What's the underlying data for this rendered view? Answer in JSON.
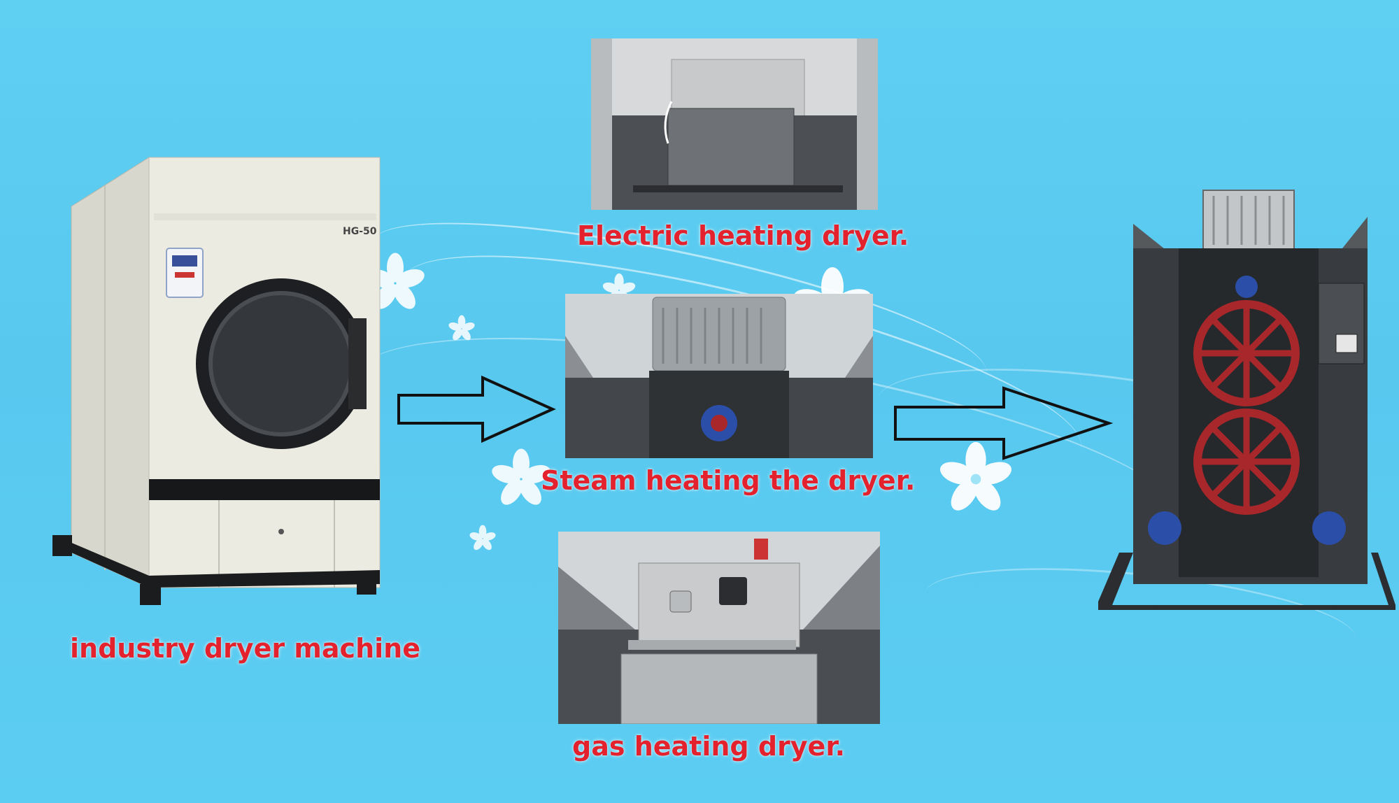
{
  "captions": {
    "industry_dryer": "industry dryer machine",
    "electric": "Electric heating dryer.",
    "steam": "Steam heating the dryer.",
    "gas": "gas heating dryer."
  },
  "machine_model_label": "HG-50",
  "colors": {
    "background": "#5ccdf2",
    "caption_red": "#e3222d",
    "machine_body": "#e9e8df",
    "frame_dark": "#3f4448",
    "wheel_red": "#a8272a",
    "motor_blue": "#2b4fa8"
  },
  "icons": [
    "flower-icon",
    "arrow-right-icon"
  ]
}
